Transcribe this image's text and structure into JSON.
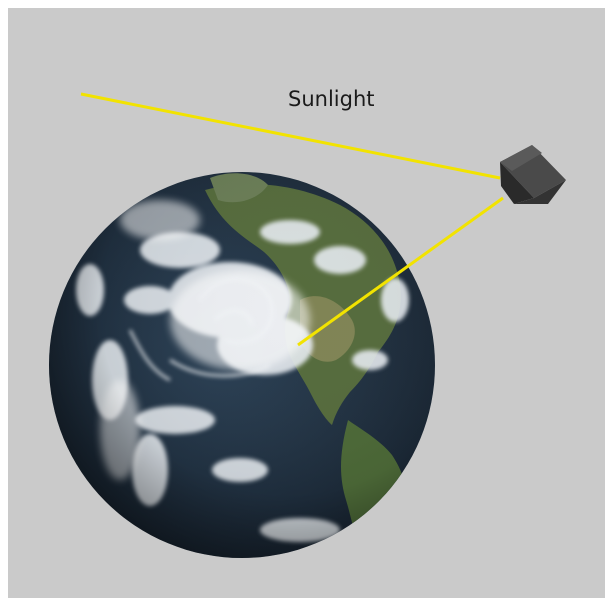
{
  "scene": {
    "label": "Sunlight",
    "colors": {
      "background": "#cacaca",
      "beam": "#f2e300",
      "satellite": "#3a3a3a",
      "ocean": "#1f3244",
      "land": "#4f6a3a",
      "clouds": "#e8edf2"
    },
    "objects": {
      "earth": "earth-globe",
      "satellite": "cube-satellite",
      "incoming_beam": "sunlight-ray",
      "reflected_beam": "reflected-ray"
    }
  }
}
